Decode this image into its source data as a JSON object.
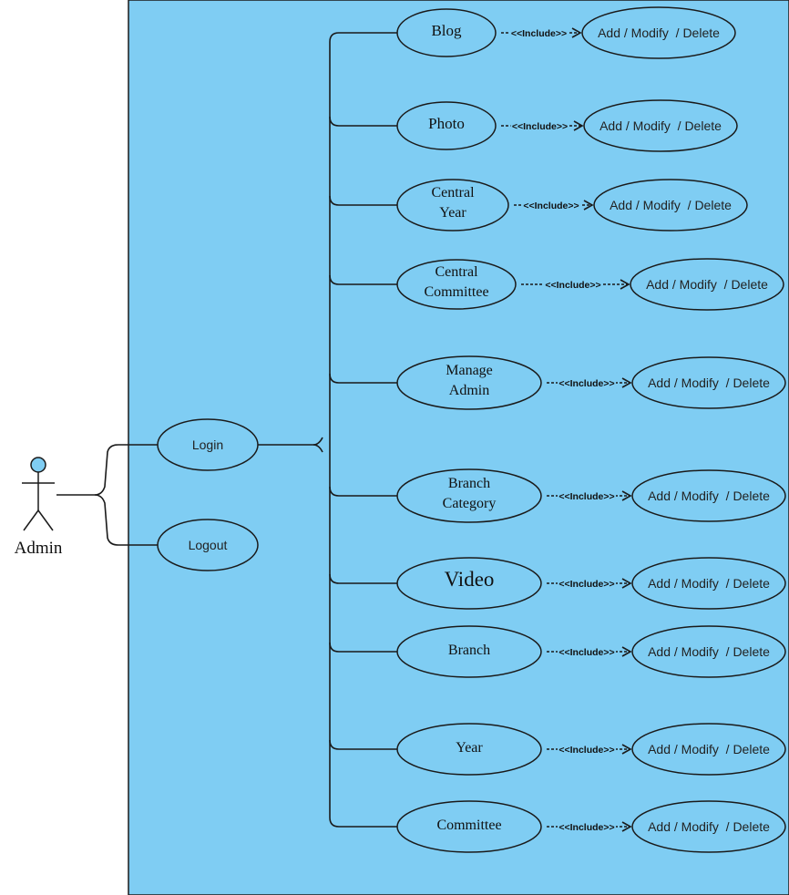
{
  "actor": {
    "label": "Admin"
  },
  "session": [
    {
      "id": "login",
      "label": "Login"
    },
    {
      "id": "logout",
      "label": "Logout"
    }
  ],
  "use_cases": [
    {
      "id": "blog",
      "lines": [
        "Blog"
      ],
      "include_label": "<<Include>>",
      "target": "Add / Modify  / Delete"
    },
    {
      "id": "photo",
      "lines": [
        "Photo"
      ],
      "include_label": "<<Include>>",
      "target": "Add / Modify  / Delete"
    },
    {
      "id": "central-year",
      "lines": [
        "Central",
        "Year"
      ],
      "include_label": "<<Include>>",
      "target": "Add / Modify  / Delete"
    },
    {
      "id": "central-committee",
      "lines": [
        "Central",
        "Committee"
      ],
      "include_label": "<<Include>>",
      "target": "Add / Modify  / Delete"
    },
    {
      "id": "manage-admin",
      "lines": [
        "Manage",
        "Admin"
      ],
      "include_label": "<<Include>>",
      "target": "Add / Modify  / Delete"
    },
    {
      "id": "branch-category",
      "lines": [
        "Branch",
        "Category"
      ],
      "include_label": "<<Include>>",
      "target": "Add / Modify  / Delete"
    },
    {
      "id": "video",
      "lines": [
        "Video"
      ],
      "include_label": "<<Include>>",
      "target": "Add / Modify  / Delete"
    },
    {
      "id": "branch",
      "lines": [
        "Branch"
      ],
      "include_label": "<<Include>>",
      "target": "Add / Modify  / Delete"
    },
    {
      "id": "year",
      "lines": [
        "Year"
      ],
      "include_label": "<<Include>>",
      "target": "Add / Modify  / Delete"
    },
    {
      "id": "committee",
      "lines": [
        "Committee"
      ],
      "include_label": "<<Include>>",
      "target": "Add / Modify  / Delete"
    }
  ],
  "colors": {
    "system_fill": "#7fcdf3",
    "stroke": "#1a1a1a",
    "actor_head": "#7fcdf3"
  }
}
